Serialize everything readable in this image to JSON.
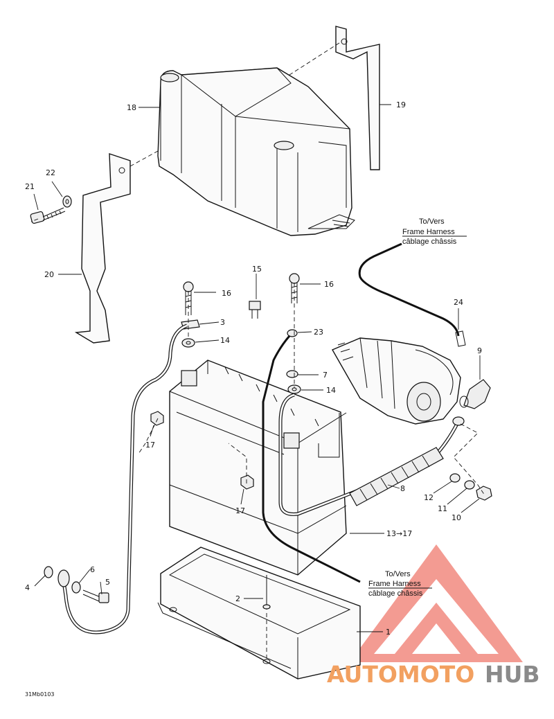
{
  "diagram": {
    "drawing_code": "31Mb0103",
    "frame_harness_top": {
      "line1": "To/Vers",
      "line2": "Frame Harness",
      "line3": "câblage châssis"
    },
    "frame_harness_bottom": {
      "line1": "To/Vers",
      "line2": "Frame Harness",
      "line3": "câblage châssis"
    },
    "callouts": {
      "c1": "1",
      "c2": "2",
      "c3": "3",
      "c4": "4",
      "c5": "5",
      "c6": "6",
      "c7": "7",
      "c8": "8",
      "c9": "9",
      "c10": "10",
      "c11": "11",
      "c12": "12",
      "c13": "13→17",
      "c14a": "14",
      "c14b": "14",
      "c15": "15",
      "c16a": "16",
      "c16b": "16",
      "c17a": "17",
      "c17b": "17",
      "c18": "18",
      "c19": "19",
      "c20": "20",
      "c21": "21",
      "c22": "22",
      "c23": "23",
      "c24": "24"
    }
  },
  "watermark": {
    "part1": "AUTOMOTO",
    "part2": "HUB",
    "color_primary": "#f28a80",
    "color_secondary": "#8a8a8a"
  }
}
